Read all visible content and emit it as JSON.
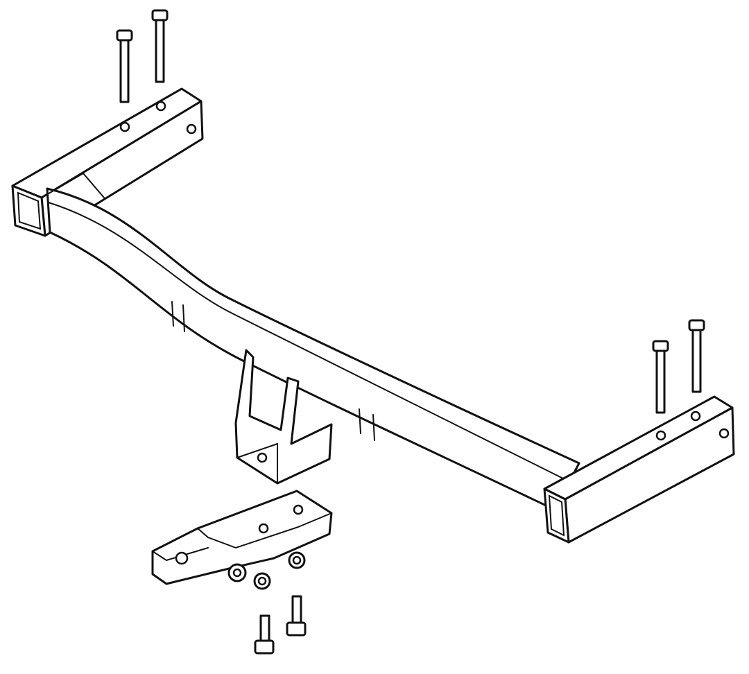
{
  "diagram": {
    "colors": {
      "line": "#111111",
      "background": "#ffffff"
    },
    "parts": [
      "left-crossbar",
      "main-beam",
      "right-crossbar",
      "receiver-bracket",
      "tow-ball-plate",
      "mounting-bolts",
      "nuts-and-washers"
    ]
  }
}
